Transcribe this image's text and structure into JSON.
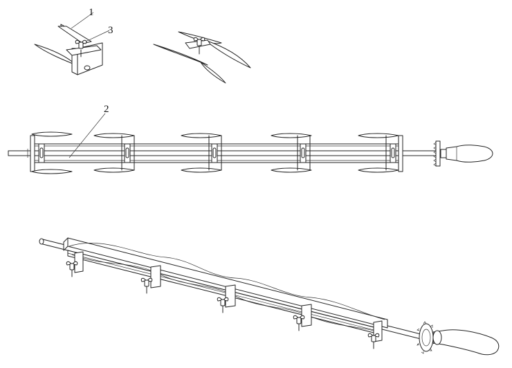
{
  "labels": {
    "part_1": "1",
    "part_2": "2",
    "part_3": "3"
  },
  "colors": {
    "line": "#222222",
    "background": "#ffffff"
  },
  "counts": {
    "blade_units_on_shaft": 5,
    "unit_detail_views": 2,
    "assembly_views": 2
  }
}
